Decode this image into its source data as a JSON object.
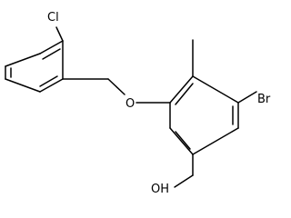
{
  "molecule": {
    "atoms": {
      "chlorine": "Cl",
      "ether_oxygen": "O",
      "bromine": "Br",
      "hydroxyl": "OH"
    }
  }
}
